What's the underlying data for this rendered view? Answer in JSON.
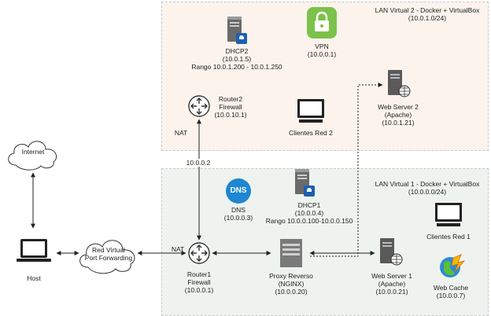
{
  "zones": {
    "lan2": {
      "title": "LAN Virtual 2 - Docker + VirtualBox",
      "subnet": "(10.0.1.0/24)"
    },
    "lan1": {
      "title": "LAN Virtual 1 - Docker + VirtualBox",
      "subnet": "(10.0.0.0/24)"
    }
  },
  "nodes": {
    "internet": {
      "name": "Internet"
    },
    "host": {
      "name": "Host"
    },
    "red_virtual": {
      "line1": "Red Virtual",
      "line2": "Port Forwarding"
    },
    "router1": {
      "name": "Router1",
      "role": "Firewall",
      "ip": "(10.0.0.1)"
    },
    "router2": {
      "name": "Router2",
      "role": "Firewall",
      "ip": "(10.0.10.1)"
    },
    "dhcp2": {
      "name": "DHCP2",
      "ip": "(10.0.1.5)",
      "range": "Rango 10.0.1.200 - 10.0.1.250"
    },
    "vpn": {
      "name": "VPN",
      "ip": "(10.0.0.1)"
    },
    "webserver2": {
      "name": "Web Server 2",
      "sw": "(Apache)",
      "ip": "(10.0.1.21)"
    },
    "clientes2": {
      "name": "Clientes Red 2"
    },
    "dns": {
      "icon_text": "DNS",
      "name": "DNS",
      "ip": "(10.0.0.3)"
    },
    "dhcp1": {
      "name": "DHCP1",
      "ip": "(10.0.0.4)",
      "range": "Rango 10.0.0.100-10.0.0.150"
    },
    "clientes1": {
      "name": "Clientes Red 1"
    },
    "proxy": {
      "name": "Proxy Reverso",
      "sw": "(NGINX)",
      "ip": "(10.0.0.20)"
    },
    "webserver1": {
      "name": "Web Server 1",
      "sw": "(Apache)",
      "ip": "(10.0.0.21)"
    },
    "webcache": {
      "name": "Web Cache",
      "ip": "(10.0.0.7)"
    }
  },
  "links": {
    "nat_top": "NAT",
    "nat_left": "NAT",
    "router_link_ip": "10.0.0.2"
  },
  "colors": {
    "lan2_bg": "#fbf3ec",
    "lan1_bg": "#eef3ef",
    "vpn_green": "#7cc24a",
    "dns_blue": "#1f86d1",
    "server_gray": "#5a5a5a"
  }
}
